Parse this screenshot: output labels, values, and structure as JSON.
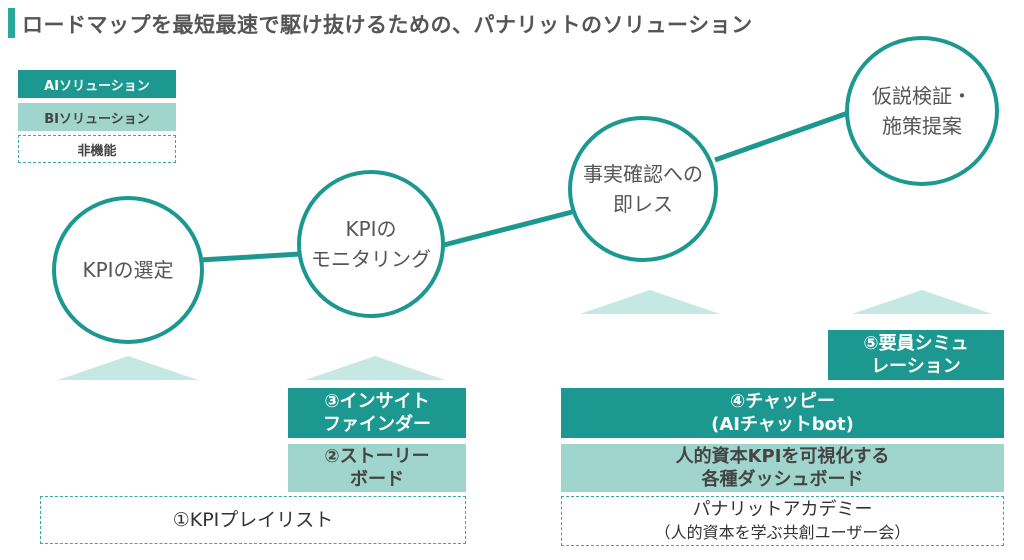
{
  "title": "ロードマップを最短最速で駆け抜けるための、パナリットのソリューション",
  "legend": {
    "ai": "AIソリューション",
    "bi": "BIソリューション",
    "non_functional": "非機能"
  },
  "stages": [
    {
      "label": "KPIの選定"
    },
    {
      "label": "KPIの\nモニタリング"
    },
    {
      "label": "事実確認への\n即レス"
    },
    {
      "label": "仮説検証・\n施策提案"
    }
  ],
  "solutions": {
    "kpi_playlist": "①KPIプレイリスト",
    "story_board": "②ストーリー\nボード",
    "insight_finder": "③インサイト\nファインダー",
    "chappie": "④チャッピー\n(AIチャットbot)",
    "workforce_sim": "⑤要員シミュ\nレーション",
    "dashboards": "人的資本KPIを可視化する\n各種ダッシュボード",
    "academy_line1": "パナリットアカデミー",
    "academy_line2": "（人的資本を学ぶ共創ユーザー会）"
  },
  "colors": {
    "accent": "#1c9890",
    "light_accent": "#9fd5cc",
    "title_bar": "#2aa79b",
    "triangle": "#c6e8e3"
  }
}
